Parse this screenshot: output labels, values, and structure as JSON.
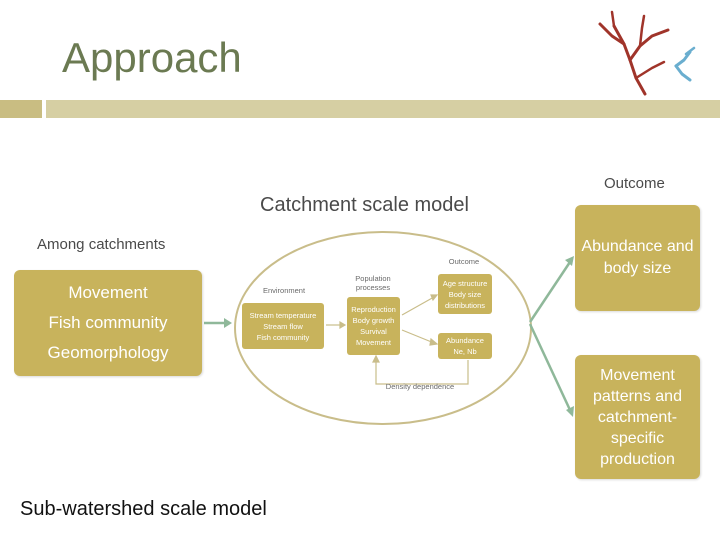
{
  "slide": {
    "title": "Approach"
  },
  "labels": {
    "catchment_model": "Catchment scale model",
    "among_catchments": "Among catchments",
    "outcome": "Outcome",
    "sub_watershed": "Sub-watershed scale model"
  },
  "left_box": {
    "items": [
      "Movement",
      "Fish community",
      "Geomorphology"
    ]
  },
  "outcomes": {
    "abundance": "Abundance and body size",
    "movement": "Movement patterns and catchment-specific production"
  },
  "inner_diagram": {
    "environment_label": "Environment",
    "environment_items": [
      "Stream temperature",
      "Stream flow",
      "Fish community"
    ],
    "population_label": "Population processes",
    "population_items": [
      "Reproduction",
      "Body growth",
      "Survival",
      "Movement"
    ],
    "outcome_label": "Outcome",
    "age_structure": [
      "Age structure",
      "Body size distributions"
    ],
    "abundance": [
      "Abundance",
      "Ne, Nb"
    ],
    "density_dependence": "Density dependence"
  },
  "colors": {
    "title": "#6b7a52",
    "box_fill": "#c8b35c",
    "arrow_green": "#8fb89a",
    "tree_red": "#a0342a",
    "tree_blue": "#6aaecf",
    "ellipse_stroke": "#c9bd8a"
  },
  "icons": {
    "logo": "river-network-icon"
  }
}
